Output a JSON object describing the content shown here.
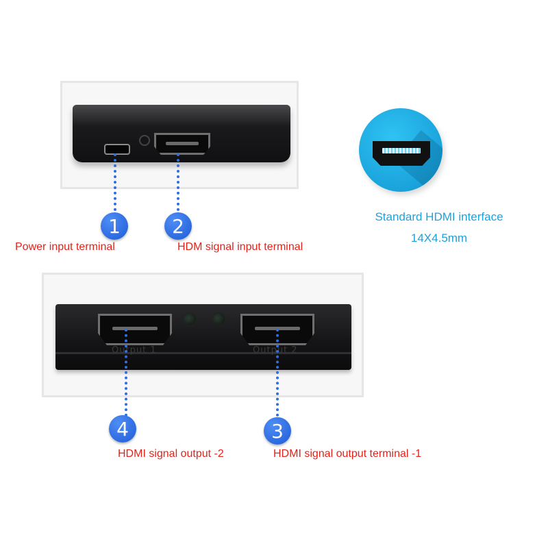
{
  "callouts": {
    "one": {
      "number": "1",
      "label": "Power input terminal"
    },
    "two": {
      "number": "2",
      "label": "HDM signal input terminal"
    },
    "three": {
      "number": "3",
      "label": "HDMI signal output terminal -1"
    },
    "four": {
      "number": "4",
      "label": "HDMI signal output -2"
    }
  },
  "device": {
    "port_labels": {
      "output1": "Output 1",
      "output2": "Output 2"
    }
  },
  "interface": {
    "title": "Standard HDMI interface",
    "size": "14X4.5mm",
    "icon": "hdmi-port-icon"
  },
  "colors": {
    "callout_blue": "#2f6fe0",
    "label_red": "#e2231a",
    "interface_cyan": "#1aa3dc"
  }
}
